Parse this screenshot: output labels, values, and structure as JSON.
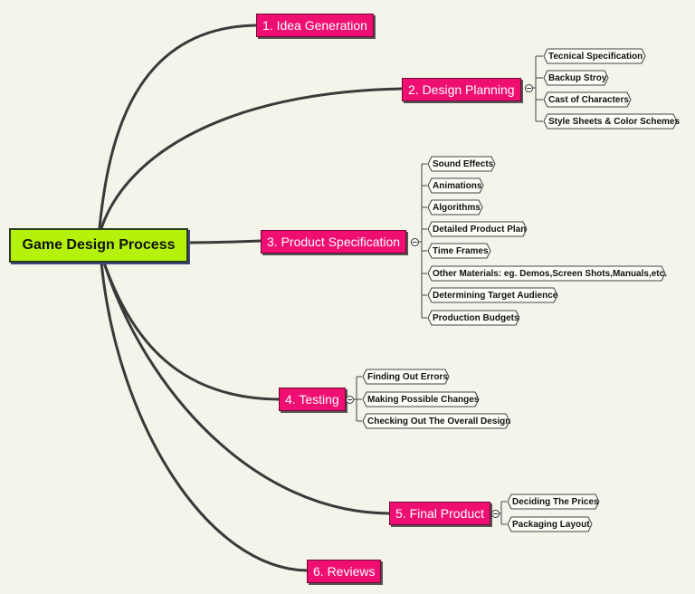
{
  "root": {
    "label": "Game Design Process"
  },
  "branches": [
    {
      "label": "1. Idea Generation",
      "children": []
    },
    {
      "label": "2. Design Planning",
      "children": [
        "Tecnical Specification",
        "Backup Stroy",
        "Cast of Characters",
        "Style Sheets & Color Schemes"
      ]
    },
    {
      "label": "3. Product Specification",
      "children": [
        "Sound Effects",
        "Animations",
        "Algorithms",
        "Detailed Product Plan",
        "Time Frames",
        "Other Materials: eg. Demos,Screen Shots,Manuals,etc.",
        "Determining Target Audience",
        "Production Budgets"
      ]
    },
    {
      "label": "4. Testing",
      "children": [
        "Finding Out Errors",
        "Making Possible Changes",
        "Checking Out The Overall Design"
      ]
    },
    {
      "label": "5. Final Product",
      "children": [
        "Deciding The Prices",
        "Packaging Layout"
      ]
    },
    {
      "label": "6. Reviews",
      "children": []
    }
  ],
  "colors": {
    "root_fill": "#b4f20c",
    "branch_fill": "#ef0f72",
    "background": "#f5f4ea"
  }
}
